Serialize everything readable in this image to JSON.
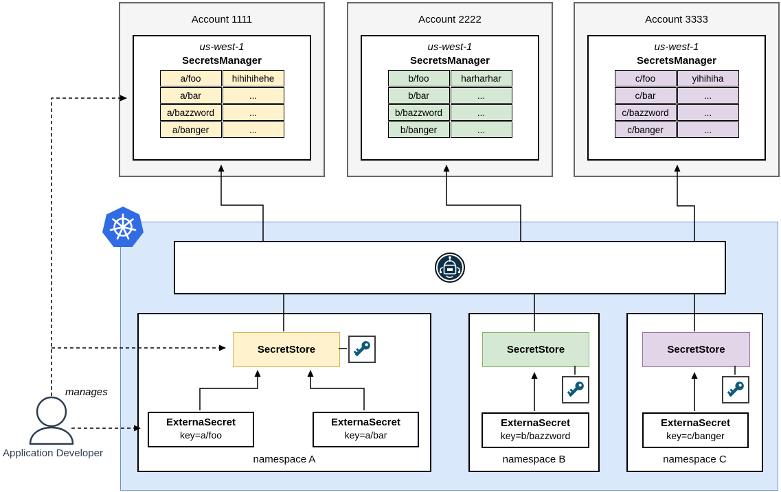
{
  "accounts": [
    {
      "title": "Account 1111",
      "region": "us-west-1",
      "service": "SecretsManager",
      "theme": "yellow",
      "rows": [
        {
          "k": "a/foo",
          "v": "hihihihehe"
        },
        {
          "k": "a/bar",
          "v": "..."
        },
        {
          "k": "a/bazzword",
          "v": "..."
        },
        {
          "k": "a/banger",
          "v": "..."
        }
      ]
    },
    {
      "title": "Account 2222",
      "region": "us-west-1",
      "service": "SecretsManager",
      "theme": "green",
      "rows": [
        {
          "k": "b/foo",
          "v": "harharhar"
        },
        {
          "k": "b/bar",
          "v": "..."
        },
        {
          "k": "b/bazzword",
          "v": "..."
        },
        {
          "k": "b/banger",
          "v": "..."
        }
      ]
    },
    {
      "title": "Account 3333",
      "region": "us-west-1",
      "service": "SecretsManager",
      "theme": "purple",
      "rows": [
        {
          "k": "c/foo",
          "v": "yihihiha"
        },
        {
          "k": "c/bar",
          "v": "..."
        },
        {
          "k": "c/bazzword",
          "v": "..."
        },
        {
          "k": "c/banger",
          "v": "..."
        }
      ]
    }
  ],
  "cluster": {
    "namespaces": [
      {
        "label": "namespace A",
        "store_label": "SecretStore",
        "theme": "yellow",
        "external_secrets": [
          {
            "title": "ExternaSecret",
            "key": "key=a/foo"
          },
          {
            "title": "ExternaSecret",
            "key": "key=a/bar"
          }
        ]
      },
      {
        "label": "namespace B",
        "store_label": "SecretStore",
        "theme": "green",
        "external_secrets": [
          {
            "title": "ExternaSecret",
            "key": "key=b/bazzword"
          }
        ]
      },
      {
        "label": "namespace C",
        "store_label": "SecretStore",
        "theme": "purple",
        "external_secrets": [
          {
            "title": "ExternaSecret",
            "key": "key=c/banger"
          }
        ]
      }
    ]
  },
  "actor": {
    "label": "Application Developer",
    "relation_label": "manages"
  },
  "icons": {
    "kubernetes": "kubernetes-wheel-heptagon",
    "controller": "external-secrets-robot-lock",
    "key": "key",
    "actor": "person-silhouette"
  },
  "colors": {
    "account_fill": "#F5F5F5",
    "account_border": "#666666",
    "yellow_fill": "#FFF2CC",
    "yellow_border": "#D6B656",
    "green_fill": "#D5E8D4",
    "green_border": "#82B366",
    "purple_fill": "#E1D5E7",
    "purple_border": "#9673A6",
    "cluster_fill": "#DAE8FC",
    "cluster_border": "#6C8EBF",
    "kubernetes_blue": "#326CE5",
    "key_icon": "#0E5A7D",
    "eso_navy": "#0D3049",
    "actor_stroke": "#2D3E50"
  }
}
